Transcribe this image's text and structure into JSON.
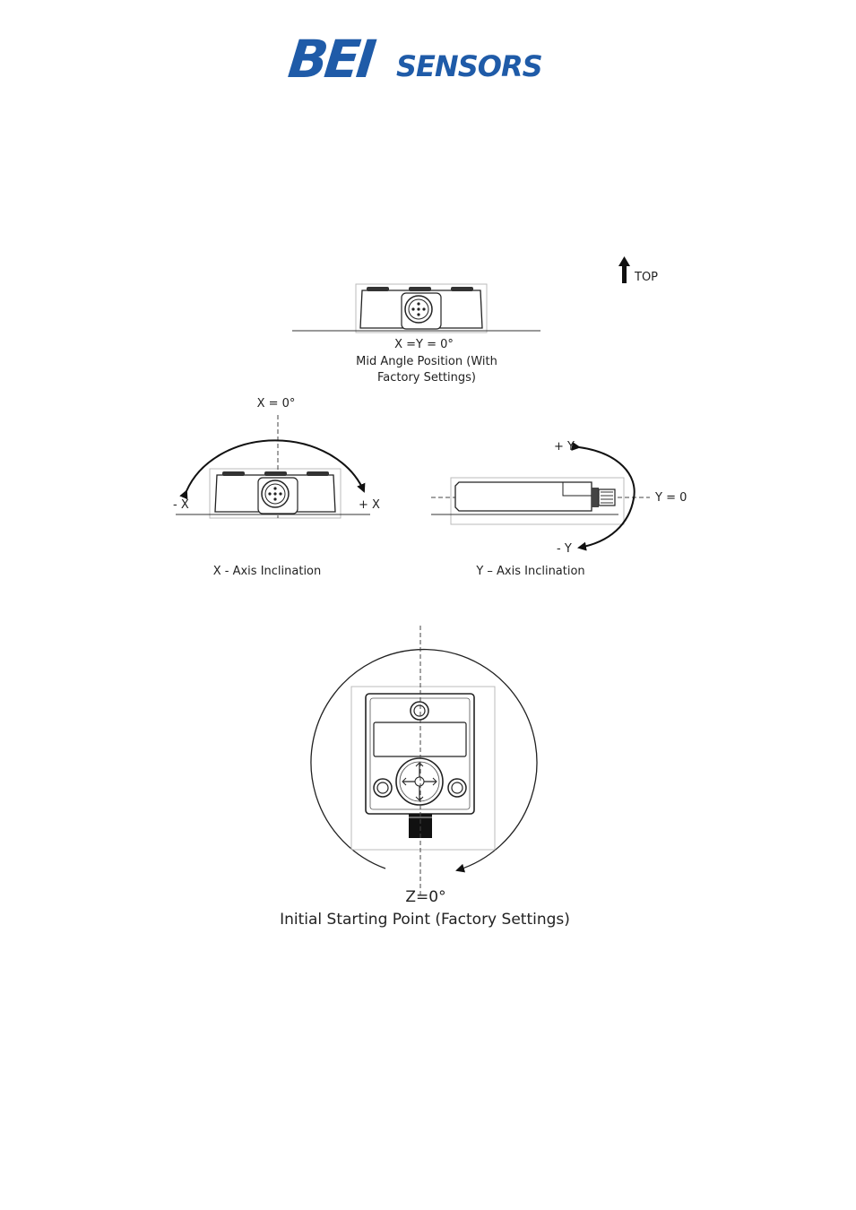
{
  "logo": {
    "brand_main": "BEI",
    "brand_sub": "SENSORS",
    "color": "#1f5ba8"
  },
  "orientation": {
    "top_label": "TOP"
  },
  "mid_position": {
    "angle_label": "X =Y = 0°",
    "caption_line1": "Mid Angle Position (With",
    "caption_line2": "Factory Settings)"
  },
  "x_axis": {
    "zero_label": "X = 0°",
    "minus_label": "- X",
    "plus_label": "+ X",
    "caption": "X - Axis Inclination"
  },
  "y_axis": {
    "plus_label": "+ Y",
    "zero_label": "Y = 0",
    "minus_label": "- Y",
    "caption": "Y – Axis Inclination"
  },
  "z_axis": {
    "zero_label": "Z=0°",
    "caption": "Initial Starting  Point (Factory Settings)"
  }
}
